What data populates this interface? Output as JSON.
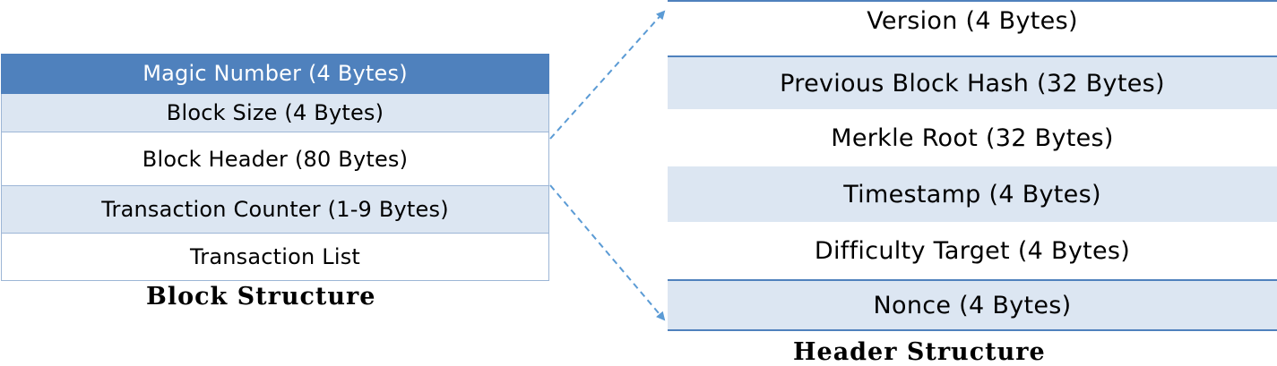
{
  "block_structure": {
    "caption": "Block Structure",
    "rows": [
      {
        "label": "Magic Number (4 Bytes)"
      },
      {
        "label": "Block Size (4 Bytes)"
      },
      {
        "label": "Block Header (80 Bytes)"
      },
      {
        "label": "Transaction Counter (1-9 Bytes)"
      },
      {
        "label": "Transaction List"
      }
    ]
  },
  "header_structure": {
    "caption": "Header Structure",
    "rows": [
      {
        "label": "Version (4 Bytes)"
      },
      {
        "label": "Previous Block Hash (32 Bytes)"
      },
      {
        "label": "Merkle Root (32 Bytes)"
      },
      {
        "label": "Timestamp (4 Bytes)"
      },
      {
        "label": "Difficulty Target (4 Bytes)"
      },
      {
        "label": "Nonce (4 Bytes)"
      }
    ]
  },
  "colors": {
    "accent": "#4f81bd",
    "band": "#dce6f2",
    "border": "#9db6d6",
    "connector": "#5b9bd5"
  }
}
